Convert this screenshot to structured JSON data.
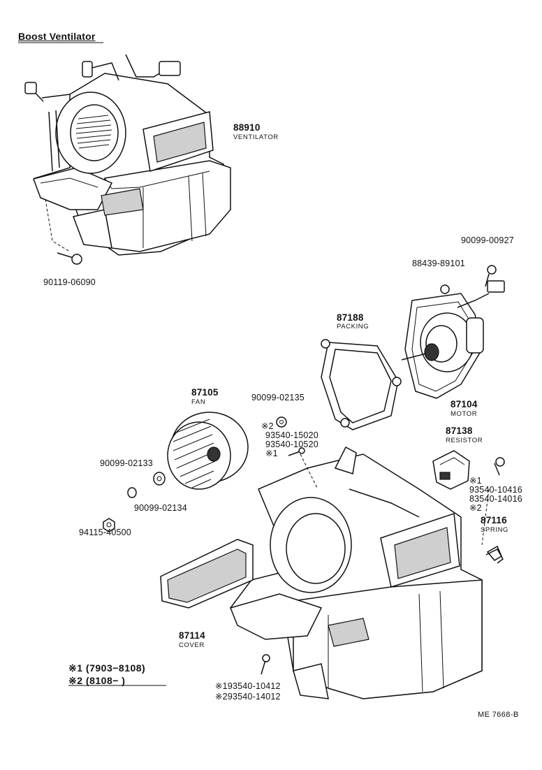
{
  "title": "Boost Ventilator",
  "parts": [
    {
      "id": "ventilator",
      "number": "88910",
      "name": "VENTILATOR"
    },
    {
      "id": "screw-upper",
      "number": "90119-06090"
    },
    {
      "id": "screw-motor",
      "number": "90099-00927"
    },
    {
      "id": "grommet",
      "number": "88439-89101"
    },
    {
      "id": "packing",
      "number": "87188",
      "name": "PACKING"
    },
    {
      "id": "motor",
      "number": "87104",
      "name": "MOTOR"
    },
    {
      "id": "fan",
      "number": "87105",
      "name": "FAN"
    },
    {
      "id": "washer-2135",
      "number": "90099-02135"
    },
    {
      "id": "screw-15020",
      "number": "93540-15020",
      "mark": "※2"
    },
    {
      "id": "screw-10520",
      "number": "93540-10520",
      "mark": "※1"
    },
    {
      "id": "resistor",
      "number": "87138",
      "name": "RESISTOR"
    },
    {
      "id": "washer-2133",
      "number": "90099-02133"
    },
    {
      "id": "washer-2134",
      "number": "90099-02134"
    },
    {
      "id": "nut",
      "number": "94115-40500"
    },
    {
      "id": "screw-10416",
      "number": "93540-10416",
      "mark": "※1"
    },
    {
      "id": "screw-14016",
      "number": "83540-14016",
      "mark": "※2"
    },
    {
      "id": "spring",
      "number": "87116",
      "name": "SPRING"
    },
    {
      "id": "cover",
      "number": "87114",
      "name": "COVER"
    },
    {
      "id": "screw-10412",
      "number": "※193540-10412"
    },
    {
      "id": "screw-14012",
      "number": "※293540-14012"
    }
  ],
  "legend": [
    {
      "mark": "※1",
      "range": "(7903−8108)"
    },
    {
      "mark": "※2",
      "range": "(8108−        )"
    }
  ],
  "figure_code": "ME 7668-B"
}
